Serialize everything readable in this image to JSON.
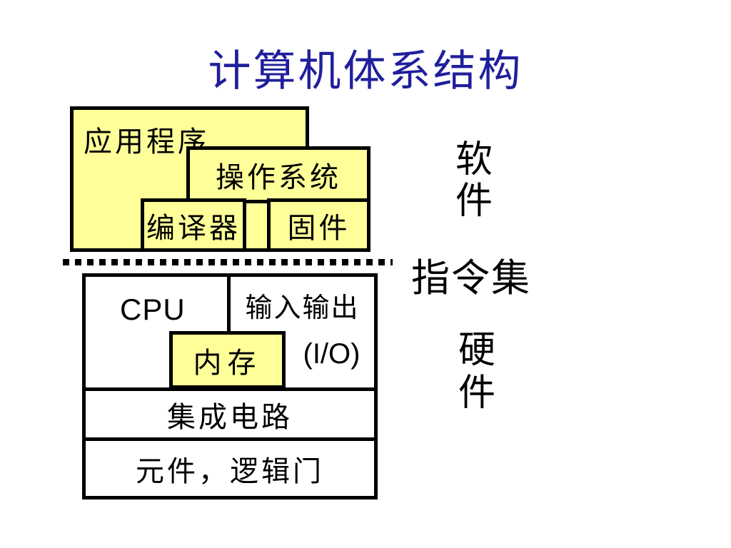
{
  "title": {
    "text": "计算机体系结构",
    "color": "#1f1f9c"
  },
  "software_stack": {
    "application": "应用程序",
    "operating_system": "操作系统",
    "compiler": "编译器",
    "firmware": "固件"
  },
  "hardware_stack": {
    "cpu": "CPU",
    "io_title": "输入输出",
    "io_abbrev": "(I/O)",
    "memory": "内存",
    "integrated_circuits": "集成电路",
    "components": "元件，逻辑门"
  },
  "side_labels": {
    "software": "软件",
    "instruction_set": "指令集",
    "hardware": "硬件"
  },
  "colors": {
    "highlight_fill": "#ffff99",
    "border": "#000000",
    "title_text": "#1f1f9c",
    "background": "#ffffff"
  }
}
